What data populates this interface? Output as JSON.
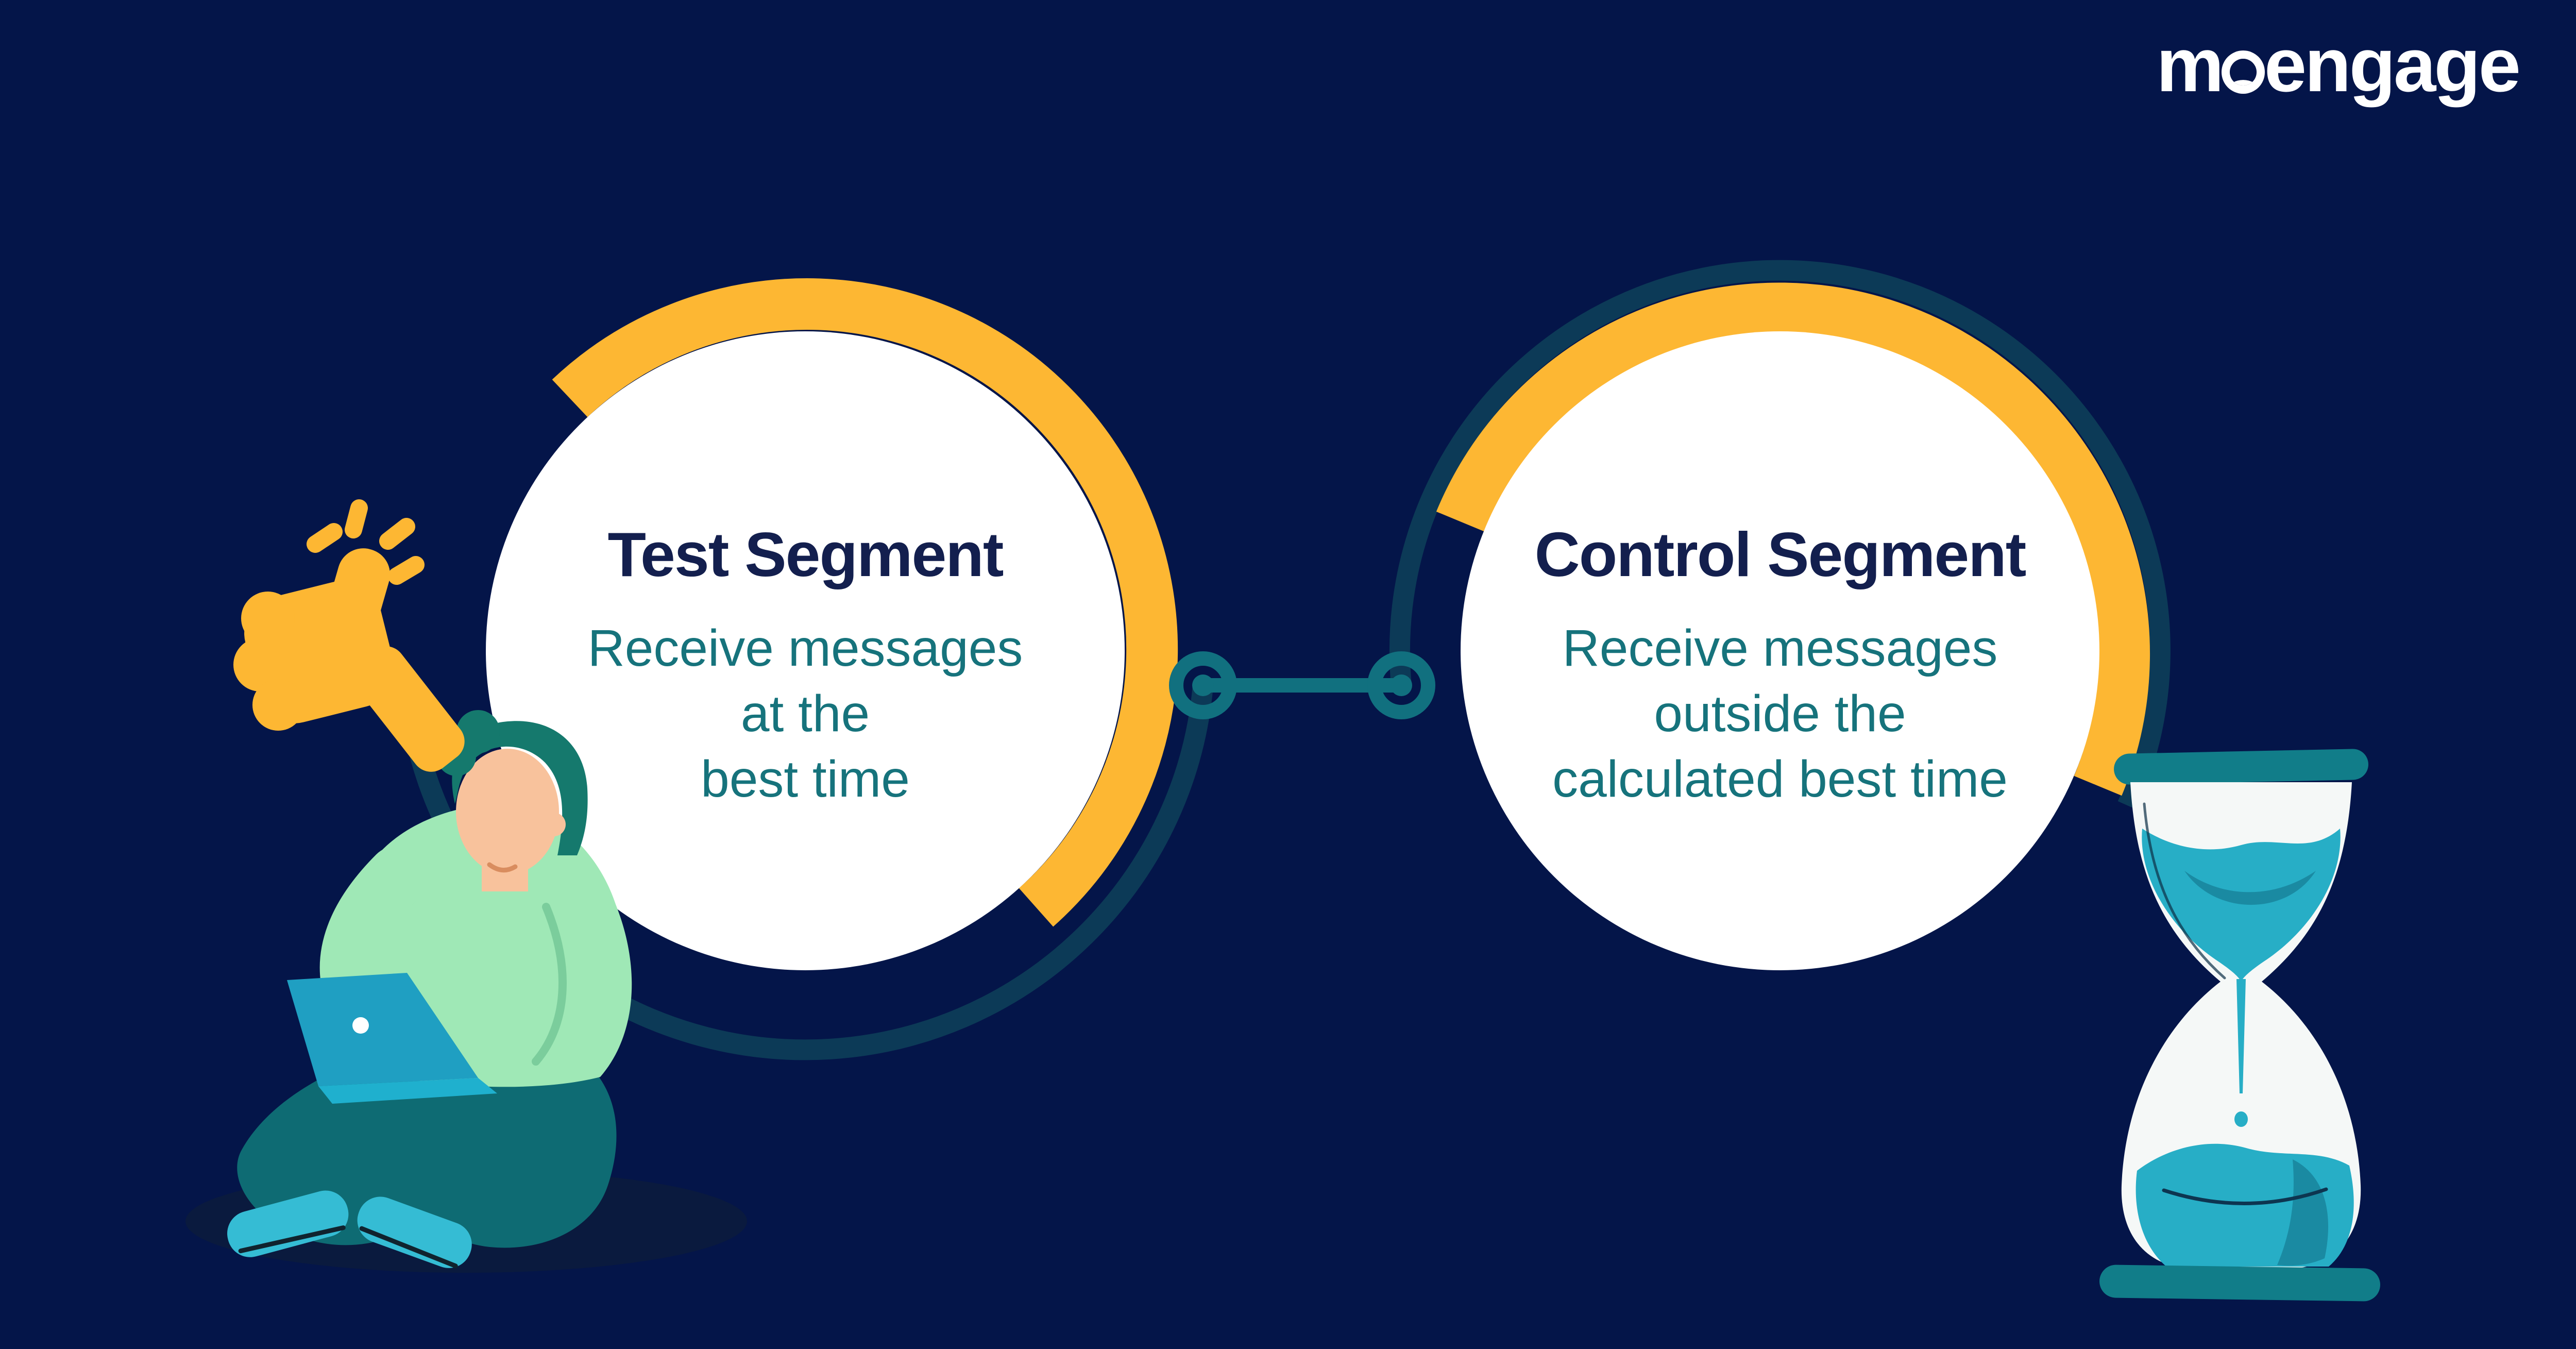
{
  "background": {
    "color": "#041549"
  },
  "brand": {
    "logo_text": "moengage",
    "logo_part1": "m",
    "logo_part2": "engage",
    "logo_o_icon": "person-silhouette-in-o",
    "color": "#FFFFFF"
  },
  "segments": [
    {
      "title": "Test Segment",
      "description_lines": [
        "Receive messages",
        "at the",
        "best time"
      ],
      "title_color": "#131F4E",
      "description_color": "#16737C"
    },
    {
      "title": "Control Segment",
      "description_lines": [
        "Receive messages",
        "outside the",
        "calculated best time"
      ],
      "title_color": "#131F4E",
      "description_color": "#16737C"
    }
  ],
  "connector": {
    "style": "horizontal line with two ring nodes",
    "color": "#11707F"
  },
  "illustrations": {
    "thumbs_up_icon": "yellow thumbs-up with spark dashes",
    "person_illustration": "person sitting cross-legged using a teal laptop",
    "hourglass_illustration": "hourglass with teal sand flowing"
  },
  "colors": {
    "bg": "#041549",
    "yellow": "#FDB733",
    "white": "#FFFFFF",
    "title_navy": "#131F4E",
    "teal_text": "#16737C",
    "connector_teal": "#11707F",
    "arc_dark": "#0C3A57",
    "shadow": "#0A1A3E",
    "sweater": "#9FE8B6",
    "sweater_shade": "#7BCD9C",
    "skin": "#F8C29C",
    "hair": "#15796D",
    "pants": "#0E6B73",
    "shoe": "#35BCD4",
    "laptop": "#1F9FC2",
    "laptop_deck": "#1FB0CE",
    "glass": "#F5F8F7",
    "cap_teal": "#117D89",
    "sand": "#27AEC6",
    "sand_dark": "#1A8AA2",
    "face_line": "#D98D5F"
  }
}
